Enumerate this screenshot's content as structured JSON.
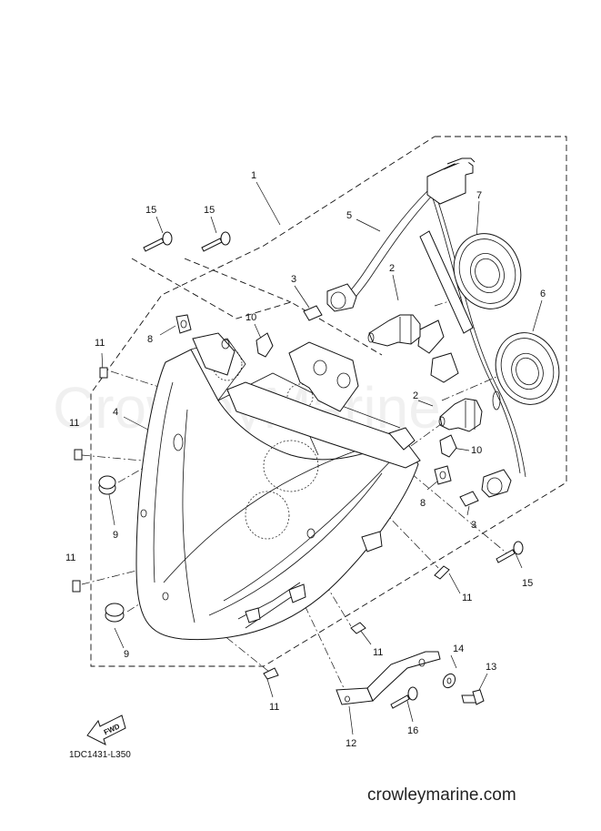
{
  "diagram": {
    "watermark": "CrowleyMarine",
    "part_labels": [
      {
        "id": "lbl-1",
        "text": "1"
      },
      {
        "id": "lbl-15a",
        "text": "15"
      },
      {
        "id": "lbl-15b",
        "text": "15"
      },
      {
        "id": "lbl-5",
        "text": "5"
      },
      {
        "id": "lbl-7",
        "text": "7"
      },
      {
        "id": "lbl-3a",
        "text": "3"
      },
      {
        "id": "lbl-2a",
        "text": "2"
      },
      {
        "id": "lbl-6",
        "text": "6"
      },
      {
        "id": "lbl-10a",
        "text": "10"
      },
      {
        "id": "lbl-8a",
        "text": "8"
      },
      {
        "id": "lbl-11a",
        "text": "11"
      },
      {
        "id": "lbl-4",
        "text": "4"
      },
      {
        "id": "lbl-11b",
        "text": "11"
      },
      {
        "id": "lbl-9a",
        "text": "9"
      },
      {
        "id": "lbl-2b",
        "text": "2"
      },
      {
        "id": "lbl-10b",
        "text": "10"
      },
      {
        "id": "lbl-8b",
        "text": "8"
      },
      {
        "id": "lbl-3b",
        "text": "3"
      },
      {
        "id": "lbl-15c",
        "text": "15"
      },
      {
        "id": "lbl-11c",
        "text": "11"
      },
      {
        "id": "lbl-11d",
        "text": "11"
      },
      {
        "id": "lbl-9b",
        "text": "9"
      },
      {
        "id": "lbl-11e",
        "text": "11"
      },
      {
        "id": "lbl-11f",
        "text": "11"
      },
      {
        "id": "lbl-14",
        "text": "14"
      },
      {
        "id": "lbl-13",
        "text": "13"
      },
      {
        "id": "lbl-16",
        "text": "16"
      },
      {
        "id": "lbl-12",
        "text": "12"
      }
    ],
    "fwd_arrow_text": "FWD",
    "drawing_code": "1DC1431-L350"
  },
  "footer": {
    "site": "crowleymarine.com"
  }
}
